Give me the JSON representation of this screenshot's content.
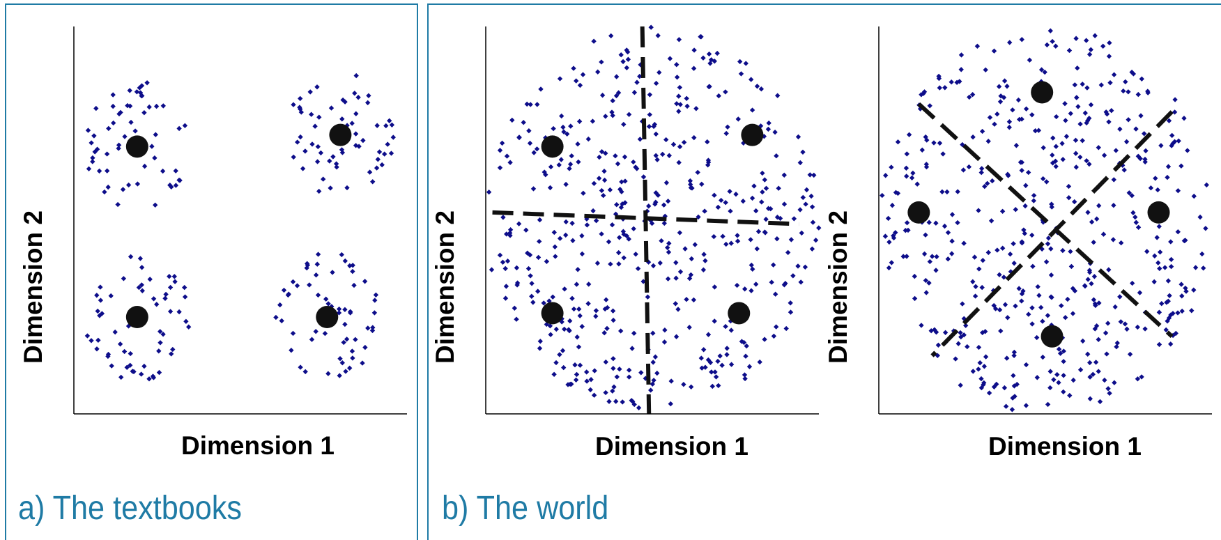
{
  "panels": [
    {
      "caption": "a) The textbooks"
    },
    {
      "caption": "b) The world"
    }
  ],
  "colors": {
    "frame": "#1f7ba5",
    "points": "#0d0d8a",
    "centroid": "#111111",
    "axis": "#000000"
  },
  "chart_data": [
    {
      "type": "scatter",
      "xlabel": "Dimension 1",
      "ylabel": "Dimension 2",
      "grid": false,
      "clusters": [
        {
          "centroid": [
            0.19,
            0.69
          ]
        },
        {
          "centroid": [
            0.8,
            0.72
          ]
        },
        {
          "centroid": [
            0.19,
            0.25
          ]
        },
        {
          "centroid": [
            0.76,
            0.25
          ]
        }
      ],
      "centroids": [
        [
          0.19,
          0.69
        ],
        [
          0.8,
          0.72
        ],
        [
          0.19,
          0.25
        ],
        [
          0.76,
          0.25
        ]
      ],
      "partition_lines": []
    },
    {
      "type": "scatter",
      "xlabel": "Dimension 1",
      "ylabel": "Dimension 2",
      "grid": false,
      "centroids": [
        [
          0.2,
          0.69
        ],
        [
          0.8,
          0.72
        ],
        [
          0.2,
          0.26
        ],
        [
          0.76,
          0.26
        ]
      ],
      "partition_lines": [
        [
          [
            0.47,
            1.0
          ],
          [
            0.49,
            0.0
          ]
        ],
        [
          [
            0.02,
            0.52
          ],
          [
            0.94,
            0.49
          ]
        ]
      ]
    },
    {
      "type": "scatter",
      "xlabel": "Dimension 1",
      "ylabel": "Dimension 2",
      "grid": false,
      "centroids": [
        [
          0.49,
          0.83
        ],
        [
          0.12,
          0.52
        ],
        [
          0.84,
          0.52
        ],
        [
          0.52,
          0.2
        ]
      ],
      "partition_lines": [
        [
          [
            0.12,
            0.8
          ],
          [
            0.88,
            0.2
          ]
        ],
        [
          [
            0.88,
            0.78
          ],
          [
            0.16,
            0.15
          ]
        ]
      ]
    }
  ]
}
